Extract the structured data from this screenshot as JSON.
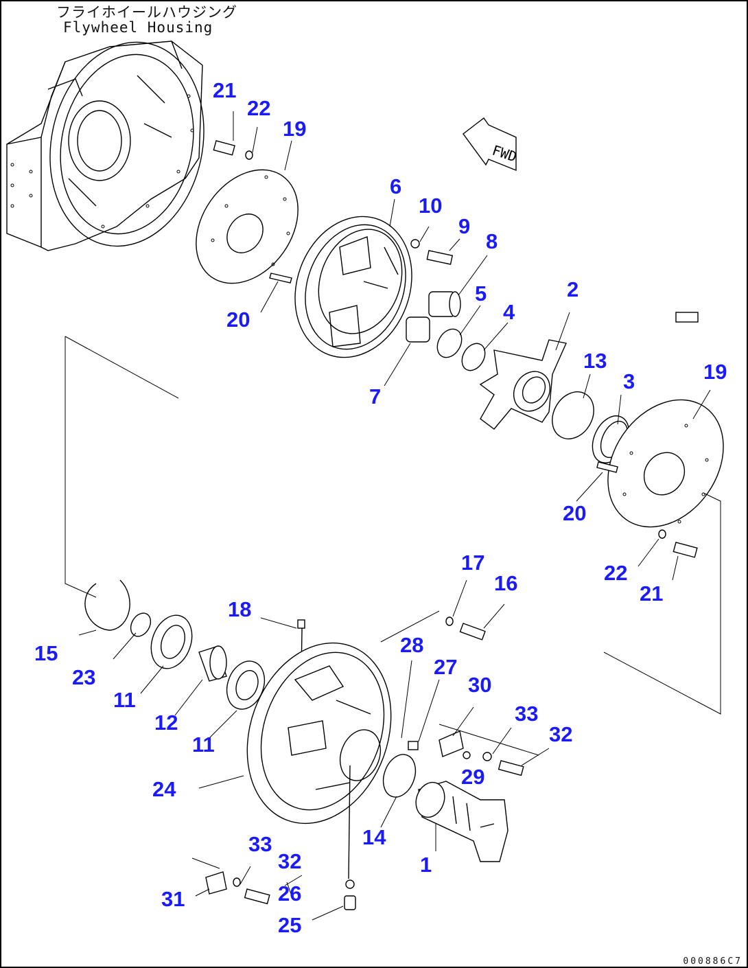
{
  "title": {
    "japanese": "フライホイールハウジング",
    "english": "Flywheel Housing"
  },
  "direction_arrow": "FWD",
  "drawing_number": "000886C7",
  "callouts": [
    "21",
    "22",
    "19",
    "6",
    "10",
    "9",
    "8",
    "5",
    "4",
    "2",
    "13",
    "3",
    "19",
    "20",
    "7",
    "20",
    "22",
    "21",
    "17",
    "16",
    "18",
    "28",
    "27",
    "30",
    "33",
    "32",
    "15",
    "23",
    "11",
    "12",
    "11",
    "29",
    "24",
    "14",
    "1",
    "33",
    "32",
    "31",
    "26",
    "25"
  ],
  "colors": {
    "callout": "#1a1aff",
    "linework": "#000000",
    "background": "#ffffff"
  }
}
